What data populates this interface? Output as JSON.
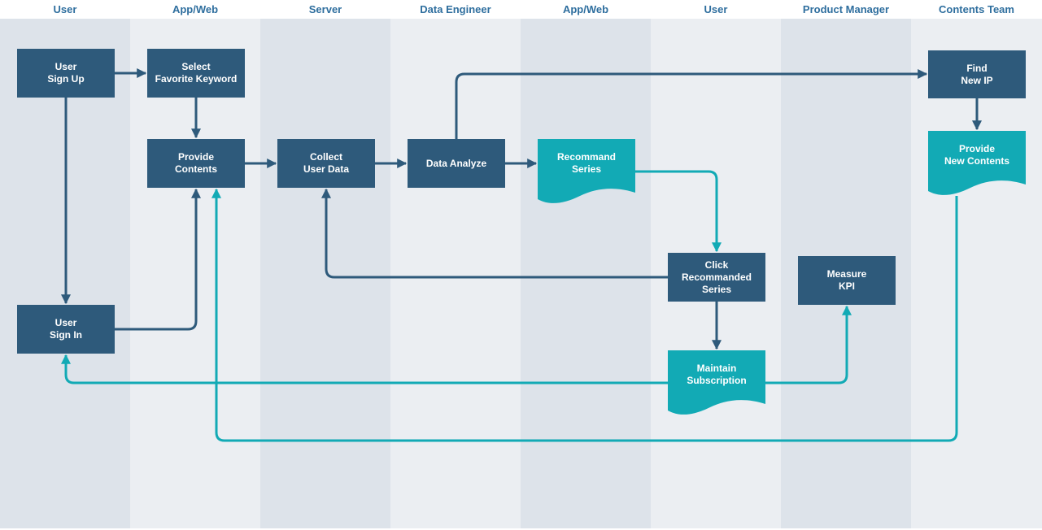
{
  "lanes": [
    {
      "title": "User"
    },
    {
      "title": "App/Web"
    },
    {
      "title": "Server"
    },
    {
      "title": "Data Engineer"
    },
    {
      "title": "App/Web"
    },
    {
      "title": "User"
    },
    {
      "title": "Product Manager"
    },
    {
      "title": "Contents Team"
    }
  ],
  "nodes": {
    "user_sign_up": "User\nSign Up",
    "select_favorite_keyword": "Select\nFavorite Keyword",
    "provide_contents": "Provide\nContents",
    "collect_user_data": "Collect\nUser Data",
    "data_analyze": "Data Analyze",
    "recommand_series": "Recommand\nSeries",
    "find_new_ip": "Find\nNew IP",
    "provide_new_contents": "Provide\nNew Contents",
    "click_recommanded_series": "Click\nRecommanded\nSeries",
    "measure_kpi": "Measure\nKPI",
    "user_sign_in": "User\nSign In",
    "maintain_subscription": "Maintain\nSubscription"
  },
  "colors": {
    "process": "#2e5a7b",
    "document": "#12aab5",
    "connector_dark": "#2e5a7b",
    "connector_teal": "#12aab5",
    "lane_title": "#2e6e9e"
  }
}
